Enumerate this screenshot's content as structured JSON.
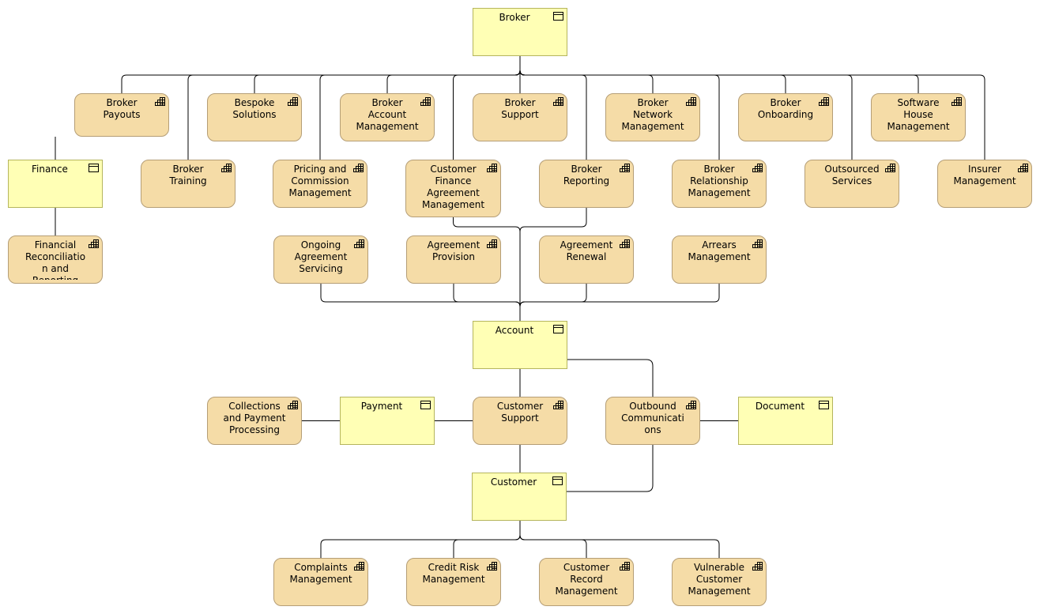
{
  "colors": {
    "function_fill": "#f5dca7",
    "object_fill": "#ffffb5",
    "line": "#000000"
  },
  "nodes": {
    "broker": {
      "label": "Broker",
      "kind": "object",
      "icon": "data-object-icon"
    },
    "broker_payouts": {
      "label": "Broker\nPayouts",
      "kind": "function",
      "icon": "function-grid-icon"
    },
    "bespoke_solutions": {
      "label": "Bespoke\nSolutions",
      "kind": "function",
      "icon": "function-grid-icon"
    },
    "broker_account_mgmt": {
      "label": "Broker\nAccount\nManagement",
      "kind": "function",
      "icon": "function-grid-icon"
    },
    "broker_support": {
      "label": "Broker\nSupport",
      "kind": "function",
      "icon": "function-grid-icon"
    },
    "broker_network_mgmt": {
      "label": "Broker\nNetwork\nManagement",
      "kind": "function",
      "icon": "function-grid-icon"
    },
    "broker_onboarding": {
      "label": "Broker\nOnboarding",
      "kind": "function",
      "icon": "function-grid-icon"
    },
    "software_house_mgmt": {
      "label": "Software\nHouse\nManagement",
      "kind": "function",
      "icon": "function-grid-icon"
    },
    "finance": {
      "label": "Finance",
      "kind": "object",
      "icon": "data-object-icon"
    },
    "broker_training": {
      "label": "Broker\nTraining",
      "kind": "function",
      "icon": "function-grid-icon"
    },
    "pricing_commission": {
      "label": "Pricing and\nCommission\nManagement",
      "kind": "function",
      "icon": "function-grid-icon"
    },
    "customer_finance_agreement": {
      "label": "Customer\nFinance\nAgreement\nManagement",
      "kind": "function",
      "icon": "function-grid-icon"
    },
    "broker_reporting": {
      "label": "Broker\nReporting",
      "kind": "function",
      "icon": "function-grid-icon"
    },
    "broker_relationship_mgmt": {
      "label": "Broker\nRelationship\nManagement",
      "kind": "function",
      "icon": "function-grid-icon"
    },
    "outsourced_services": {
      "label": "Outsourced\nServices",
      "kind": "function",
      "icon": "function-grid-icon"
    },
    "insurer_mgmt": {
      "label": "Insurer\nManagement",
      "kind": "function",
      "icon": "function-grid-icon"
    },
    "financial_reconciliation": {
      "label": "Financial\nReconciliatio\nn and\nReporting",
      "kind": "function",
      "icon": "function-grid-icon"
    },
    "ongoing_agreement_servicing": {
      "label": "Ongoing\nAgreement\nServicing",
      "kind": "function",
      "icon": "function-grid-icon"
    },
    "agreement_provision": {
      "label": "Agreement\nProvision",
      "kind": "function",
      "icon": "function-grid-icon"
    },
    "agreement_renewal": {
      "label": "Agreement\nRenewal",
      "kind": "function",
      "icon": "function-grid-icon"
    },
    "arrears_mgmt": {
      "label": "Arrears\nManagement",
      "kind": "function",
      "icon": "function-grid-icon"
    },
    "account": {
      "label": "Account",
      "kind": "object",
      "icon": "data-object-icon"
    },
    "collections_payment": {
      "label": "Collections\nand Payment\nProcessing",
      "kind": "function",
      "icon": "function-grid-icon"
    },
    "payment": {
      "label": "Payment",
      "kind": "object",
      "icon": "data-object-icon"
    },
    "customer_support": {
      "label": "Customer\nSupport",
      "kind": "function",
      "icon": "function-grid-icon"
    },
    "outbound_comms": {
      "label": "Outbound\nCommunicati\nons",
      "kind": "function",
      "icon": "function-grid-icon"
    },
    "document": {
      "label": "Document",
      "kind": "object",
      "icon": "data-object-icon"
    },
    "customer": {
      "label": "Customer",
      "kind": "object",
      "icon": "data-object-icon"
    },
    "complaints_mgmt": {
      "label": "Complaints\nManagement",
      "kind": "function",
      "icon": "function-grid-icon"
    },
    "credit_risk_mgmt": {
      "label": "Credit Risk\nManagement",
      "kind": "function",
      "icon": "function-grid-icon"
    },
    "customer_record_mgmt": {
      "label": "Customer\nRecord\nManagement",
      "kind": "function",
      "icon": "function-grid-icon"
    },
    "vulnerable_customer_mgmt": {
      "label": "Vulnerable\nCustomer\nManagement",
      "kind": "function",
      "icon": "function-grid-icon"
    }
  },
  "connections": [
    [
      "broker",
      "broker_payouts"
    ],
    [
      "broker",
      "broker_training"
    ],
    [
      "broker",
      "bespoke_solutions"
    ],
    [
      "broker",
      "pricing_commission"
    ],
    [
      "broker",
      "broker_account_mgmt"
    ],
    [
      "broker",
      "customer_finance_agreement"
    ],
    [
      "broker",
      "broker_support"
    ],
    [
      "broker",
      "broker_reporting"
    ],
    [
      "broker",
      "broker_network_mgmt"
    ],
    [
      "broker",
      "broker_relationship_mgmt"
    ],
    [
      "broker",
      "broker_onboarding"
    ],
    [
      "broker",
      "outsourced_services"
    ],
    [
      "broker",
      "software_house_mgmt"
    ],
    [
      "broker",
      "insurer_mgmt"
    ],
    [
      "broker_payouts",
      "finance"
    ],
    [
      "finance",
      "financial_reconciliation"
    ],
    [
      "customer_finance_agreement",
      "account"
    ],
    [
      "broker_reporting",
      "account"
    ],
    [
      "ongoing_agreement_servicing",
      "account"
    ],
    [
      "agreement_provision",
      "account"
    ],
    [
      "agreement_renewal",
      "account"
    ],
    [
      "arrears_mgmt",
      "account"
    ],
    [
      "account",
      "customer_support"
    ],
    [
      "account",
      "outbound_comms"
    ],
    [
      "collections_payment",
      "payment"
    ],
    [
      "payment",
      "customer_support"
    ],
    [
      "outbound_comms",
      "document"
    ],
    [
      "customer_support",
      "customer"
    ],
    [
      "outbound_comms",
      "customer"
    ],
    [
      "customer",
      "complaints_mgmt"
    ],
    [
      "customer",
      "credit_risk_mgmt"
    ],
    [
      "customer",
      "customer_record_mgmt"
    ],
    [
      "customer",
      "vulnerable_customer_mgmt"
    ]
  ]
}
